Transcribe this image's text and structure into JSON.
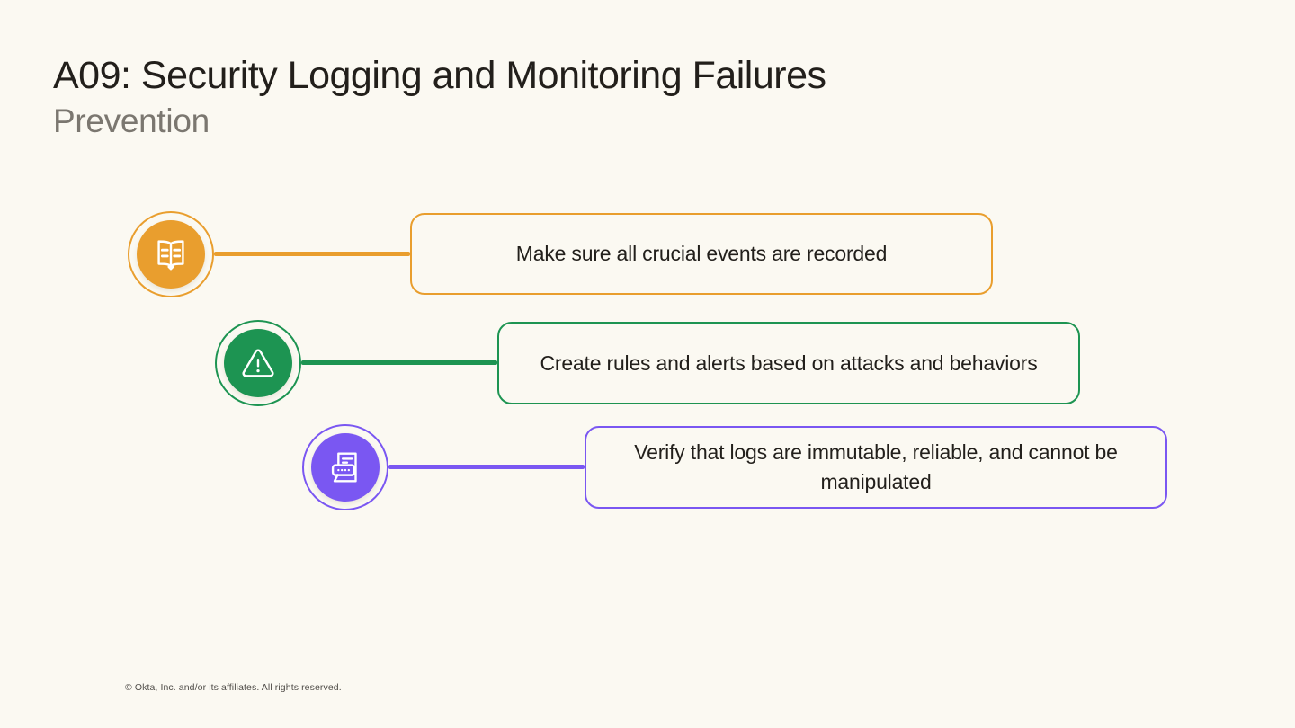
{
  "slide": {
    "title": "A09: Security Logging and Monitoring Failures",
    "subtitle": "Prevention",
    "footer": "© Okta, Inc. and/or its affiliates. All rights reserved."
  },
  "colors": {
    "background": "#FBF9F2",
    "title_text": "#221F1B",
    "subtitle_text": "#7B7770",
    "orange": "#E99E2E",
    "green": "#1D9452",
    "purple": "#7A57F2"
  },
  "items": [
    {
      "icon": "open-book-icon",
      "color": "#E99E2E",
      "label": "Make sure all crucial events are recorded"
    },
    {
      "icon": "warning-triangle-icon",
      "color": "#1D9452",
      "label": "Create rules and alerts based on attacks and behaviors"
    },
    {
      "icon": "log-document-icon",
      "color": "#7A57F2",
      "label": "Verify that logs are immutable, reliable, and cannot be manipulated"
    }
  ]
}
